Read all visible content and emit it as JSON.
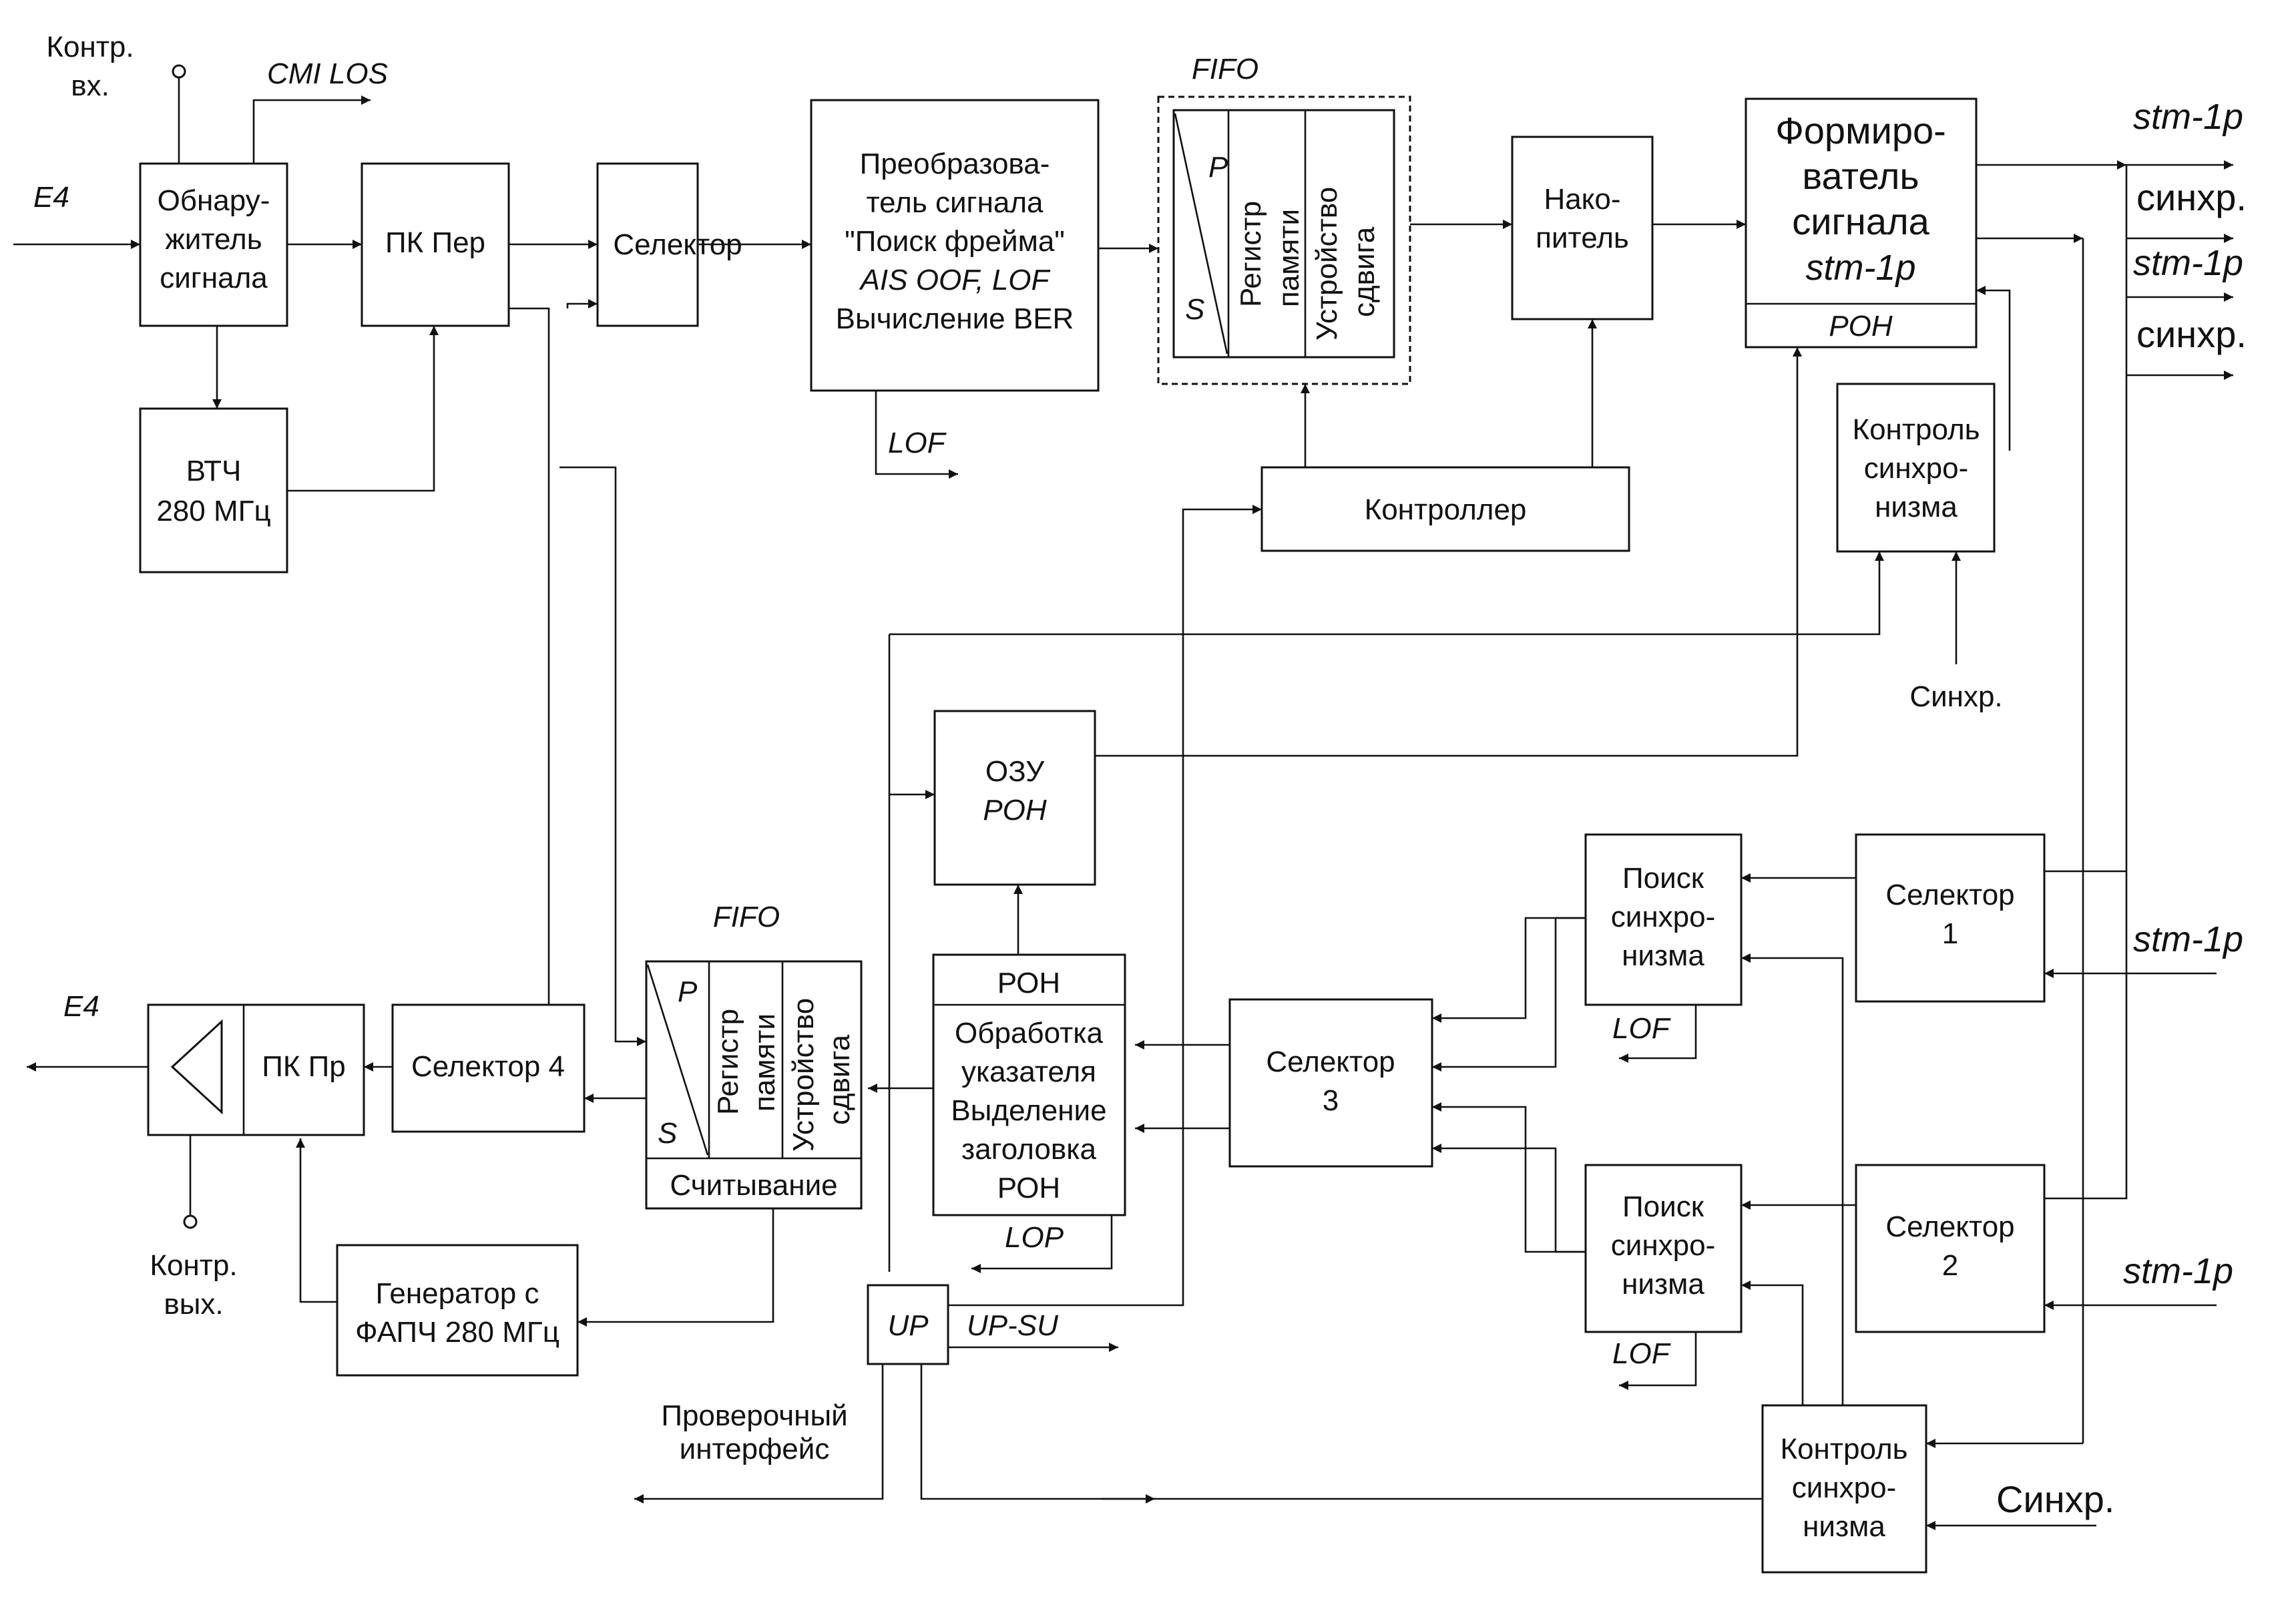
{
  "colors": {
    "ink": "#111111",
    "paper": "#ffffff"
  },
  "inputs": {
    "e4_in": "E4",
    "control_in_1": "Контр.",
    "control_in_2": "вх.",
    "cmi_los": "CMI  LOS",
    "e4_out": "E4",
    "control_out_1": "Контр.",
    "control_out_2": "вых.",
    "lof_top": "LOF",
    "lof_search1": "LOF",
    "lof_search2": "LOF",
    "lop": "LOP",
    "up_su": "UP-SU",
    "sync_top": "Синхр.",
    "sync_bottom": "Синхр.",
    "check_interface_1": "Проверочный",
    "check_interface_2": "интерфейс"
  },
  "outputs": {
    "stm_out_1": "stm-1p",
    "sync_out_1": "синхр.",
    "stm_out_2": "stm-1p",
    "sync_out_2": "синхр.",
    "stm_in_1": "stm-1p",
    "stm_in_2": "stm-1p"
  },
  "blocks": {
    "signal_detector": [
      "Обнару-",
      "житель",
      "сигнала"
    ],
    "pk_per": "ПК  Пер",
    "vtch": [
      "ВТЧ",
      "280 МГц"
    ],
    "selector": "Селектор",
    "frame_search": [
      "Преобразова-",
      "тель  сигнала",
      "\"Поиск  фрейма\"",
      "AIS  OOF, LOF",
      "Вычисление BER"
    ],
    "fifo_top_title": "FIFO",
    "fifo_p": "P",
    "fifo_s": "S",
    "fifo_reg_1": "Регистр",
    "fifo_reg_2": "памяти",
    "fifo_shift_1": "Устройство",
    "fifo_shift_2": "сдвига",
    "accumulator": [
      "Нако-",
      "питель"
    ],
    "controller": "Контроллер",
    "stm_former": [
      "Формиро-",
      "ватель",
      "сигнала",
      "stm-1p"
    ],
    "poh": "РОН",
    "sync_control_top": [
      "Контроль",
      "синхро-",
      "низма"
    ],
    "ozu": [
      "ОЗУ",
      "РОН"
    ],
    "selector_1": [
      "Селектор",
      "1"
    ],
    "selector_2": [
      "Селектор",
      "2"
    ],
    "selector_3": [
      "Селектор",
      "3"
    ],
    "selector_4": "Селектор 4",
    "sync_search_1": [
      "Поиск",
      "синхро-",
      "низма"
    ],
    "sync_search_2": [
      "Поиск",
      "синхро-",
      "низма"
    ],
    "fifo_bottom_title": "FIFO",
    "fifo_read": "Считывание",
    "pointer_poh": "РОН",
    "pointer_proc": [
      "Обработка",
      "указателя",
      "Выделение",
      "заголовка",
      "РОН"
    ],
    "pk_pr": "ПК Пр",
    "generator": [
      "Генератор с",
      "ФАПЧ 280 МГц"
    ],
    "up": "UP",
    "sync_control_bottom": [
      "Контроль",
      "синхро-",
      "низма"
    ]
  }
}
